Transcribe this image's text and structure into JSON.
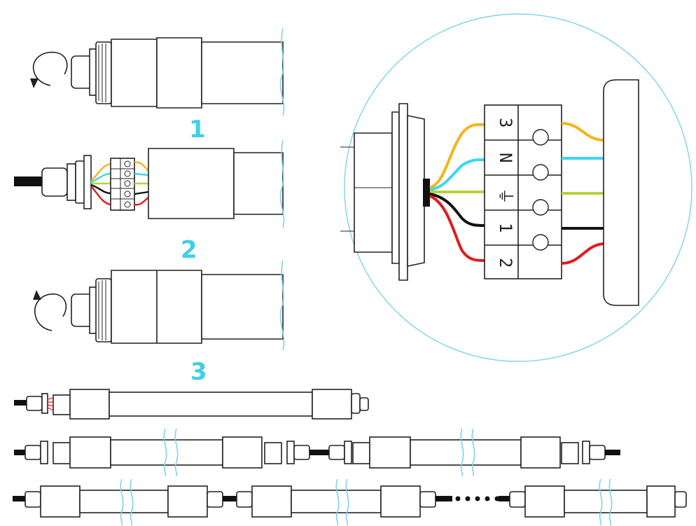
{
  "steps": [
    "1",
    "2",
    "3"
  ],
  "terminal_labels": [
    "3",
    "N",
    "⏚",
    "1",
    "2"
  ],
  "wire_colors": {
    "wire_3": "#f5b41a",
    "wire_N": "#3ad8f0",
    "wire_earth": "#b6d33a",
    "wire_1": "#111111",
    "wire_2": "#e01c1c",
    "zoom_circle": "#7fd3e6",
    "step_number": "#3fd0e6"
  },
  "icons": {
    "step1": "rotate-arrow-icon",
    "step3": "rotate-arrow-icon"
  }
}
